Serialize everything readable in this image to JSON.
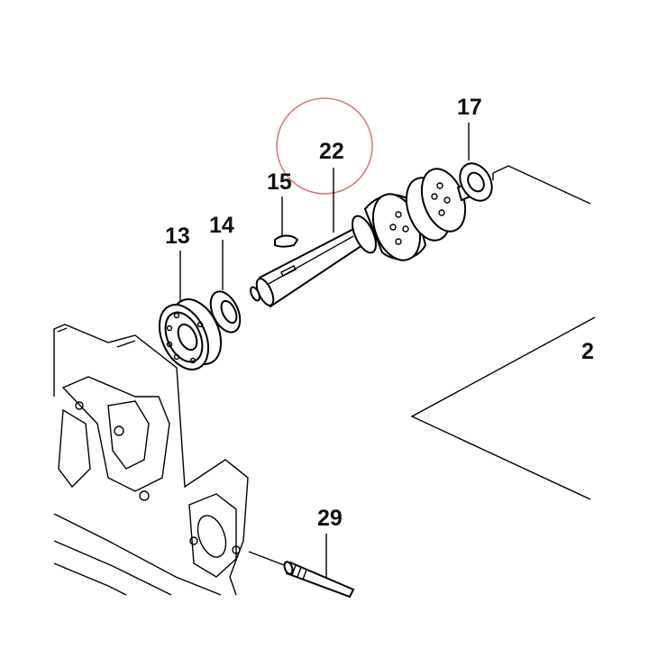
{
  "labels": {
    "p13": "13",
    "p14": "14",
    "p15": "15",
    "p22": "22",
    "p17": "17",
    "p2": "2",
    "p29": "29"
  },
  "colors": {
    "highlight_circle": "#d87a7a",
    "line": "#000000",
    "background": "#ffffff"
  }
}
